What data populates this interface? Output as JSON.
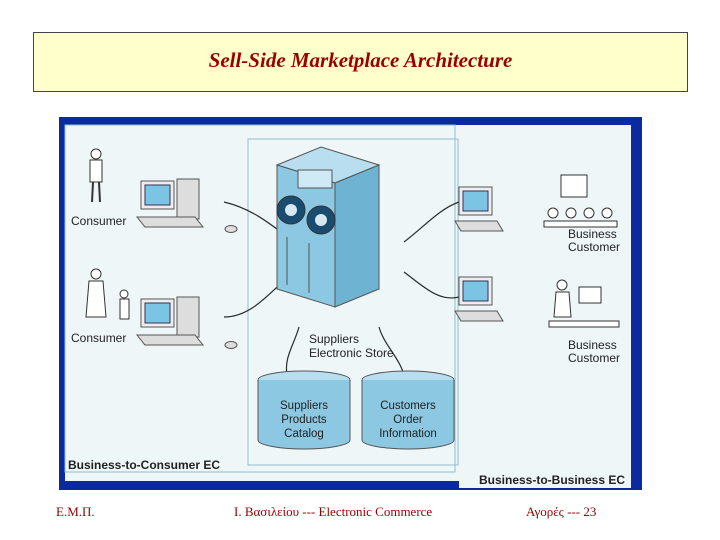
{
  "slide": {
    "title": "Sell-Side Marketplace Architecture"
  },
  "diagram": {
    "left_users": [
      {
        "label": "Consumer"
      },
      {
        "label": "Consumer"
      }
    ],
    "right_users": [
      {
        "label_line1": "Business",
        "label_line2": "Customer"
      },
      {
        "label_line1": "Business",
        "label_line2": "Customer"
      }
    ],
    "store": {
      "line1": "Suppliers",
      "line2": "Electronic Store"
    },
    "db_products": {
      "line1": "Suppliers",
      "line2": "Products",
      "line3": "Catalog"
    },
    "db_orders": {
      "line1": "Customers",
      "line2": "Order",
      "line3": "Information"
    },
    "b2c_label": "Business-to-Consumer EC",
    "b2b_label": "Business-to-Business EC",
    "colors": {
      "frame": "#0b2a9e",
      "panel": "#eef6f8",
      "computer": "#7cc4e4",
      "server": "#8cc8e2",
      "line": "#2a2a2a",
      "accent": "#990000"
    }
  },
  "footer": {
    "left": "Ε.Μ.Π.",
    "middle": "Ι. Βασιλείου --- Electronic Commerce",
    "right": "Αγορές --- 23"
  }
}
